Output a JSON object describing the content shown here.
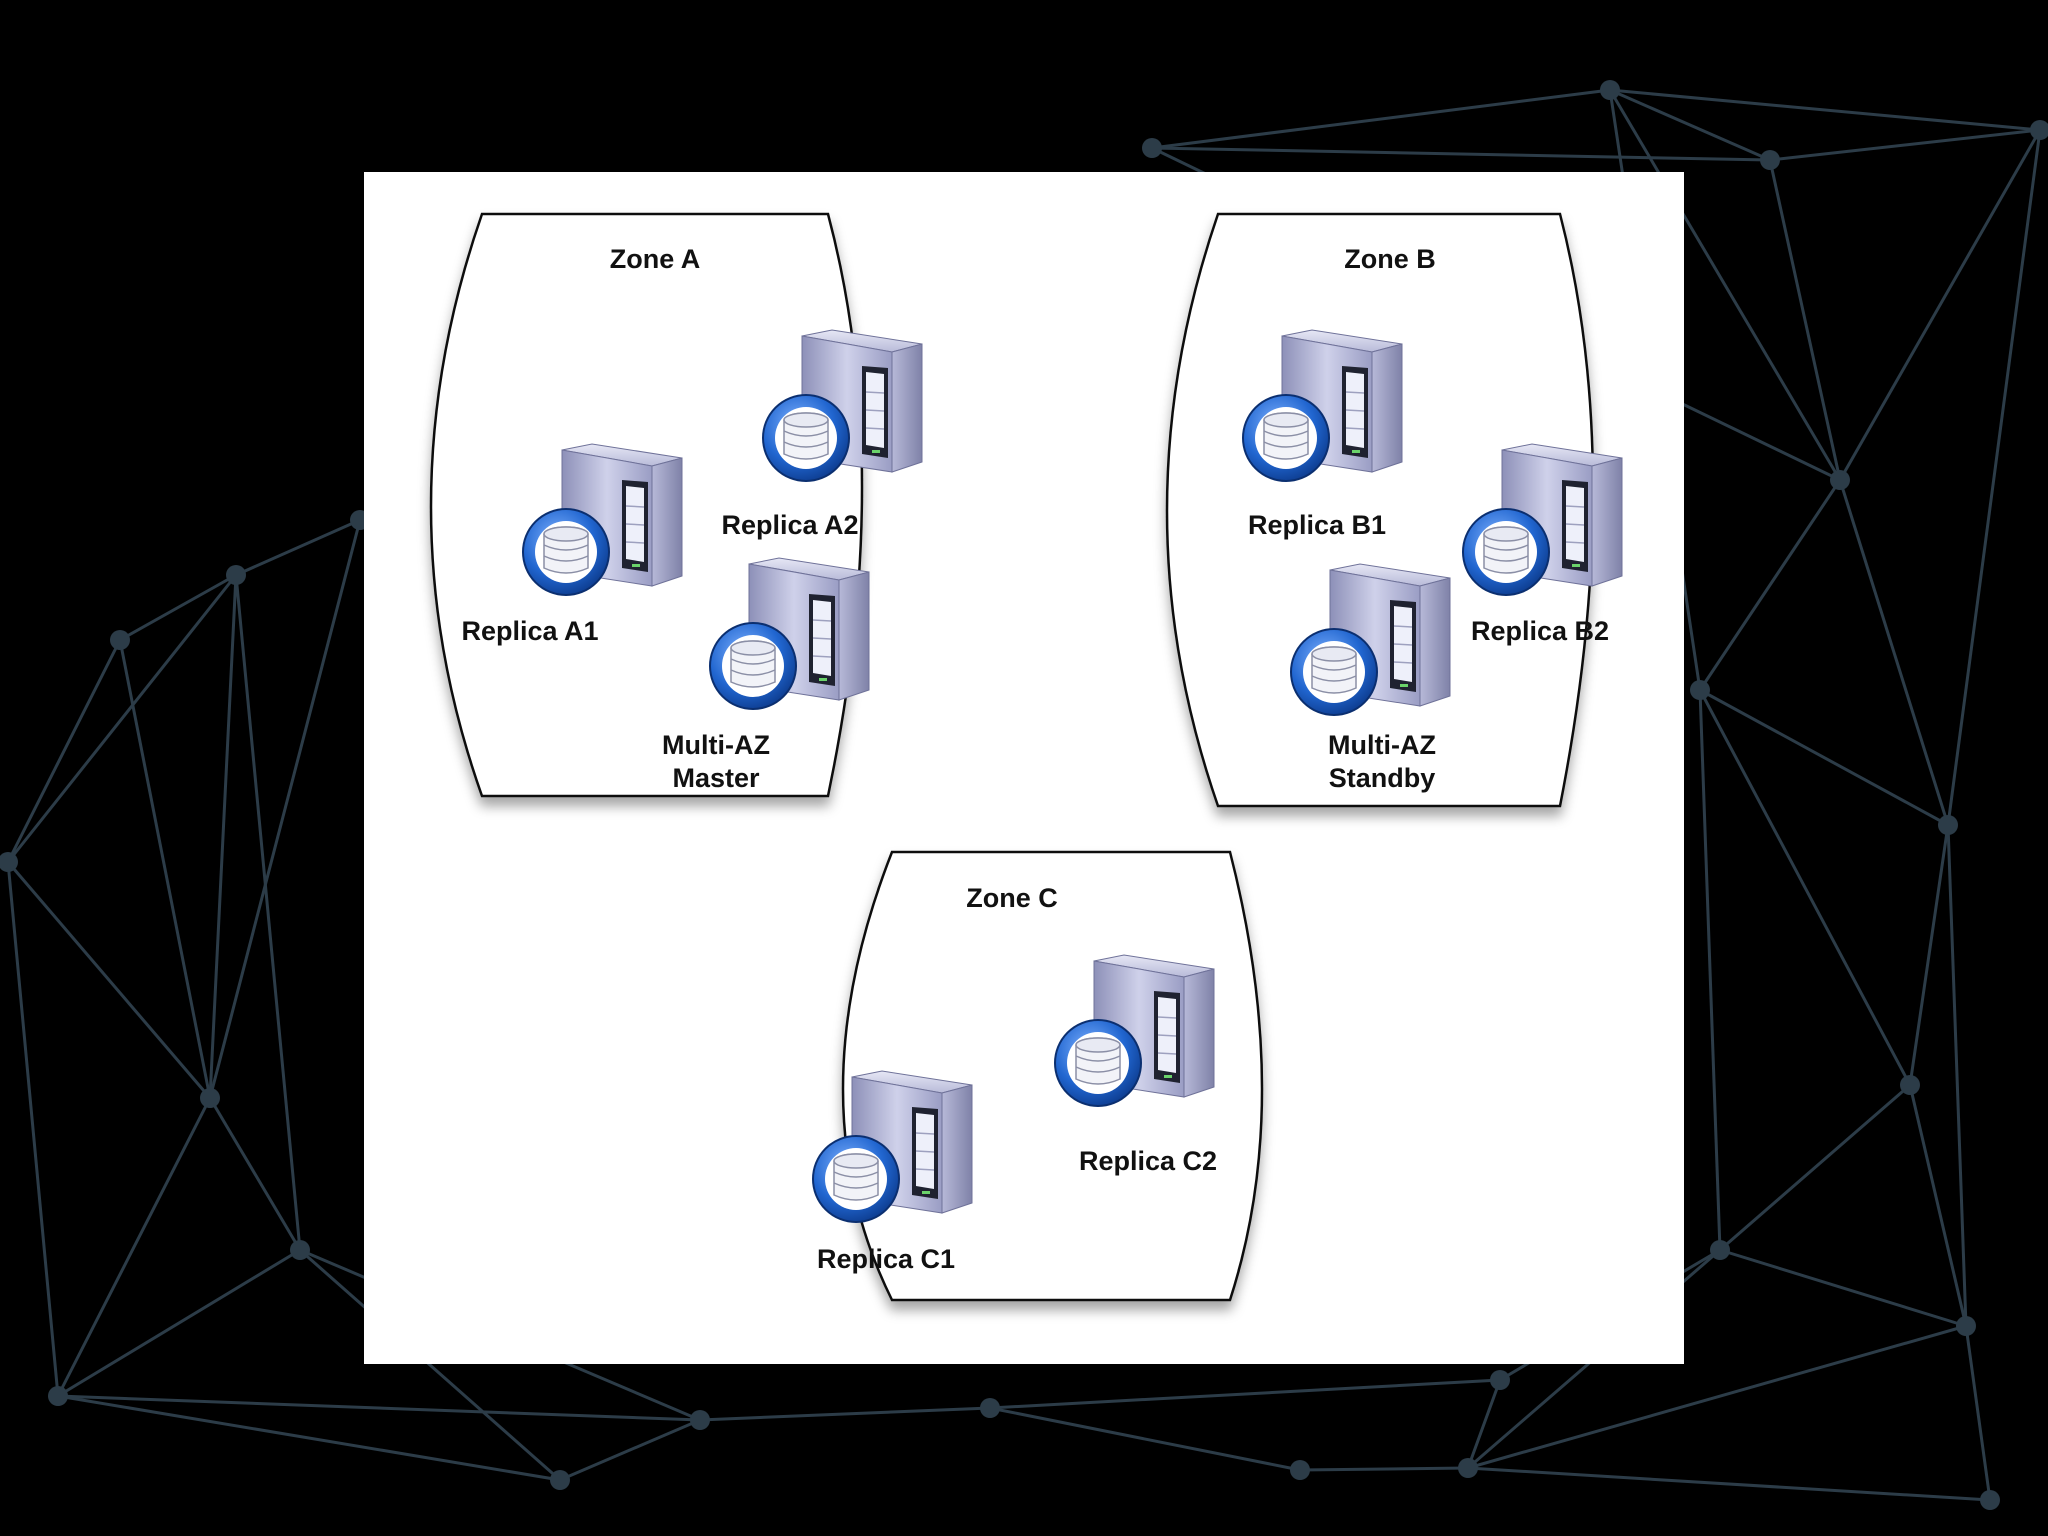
{
  "zones": [
    {
      "title": "Zone A",
      "servers": [
        {
          "label": [
            "Replica A1"
          ]
        },
        {
          "label": [
            "Replica A2"
          ]
        },
        {
          "label": [
            "Multi-AZ",
            "Master"
          ]
        }
      ]
    },
    {
      "title": "Zone B",
      "servers": [
        {
          "label": [
            "Replica B1"
          ]
        },
        {
          "label": [
            "Replica B2"
          ]
        },
        {
          "label": [
            "Multi-AZ",
            "Standby"
          ]
        }
      ]
    },
    {
      "title": "Zone C",
      "servers": [
        {
          "label": [
            "Replica C1"
          ]
        },
        {
          "label": [
            "Replica C2"
          ]
        }
      ]
    }
  ],
  "colors": {
    "background": "#000000",
    "network_lines": "#2c3c48",
    "slide": "#ffffff",
    "zone_border": "#111111",
    "server_body": "#a9acd0",
    "database_blue": "#1f5fbf"
  },
  "icons": {
    "server": "database-server-icon",
    "background": "network-mesh"
  }
}
